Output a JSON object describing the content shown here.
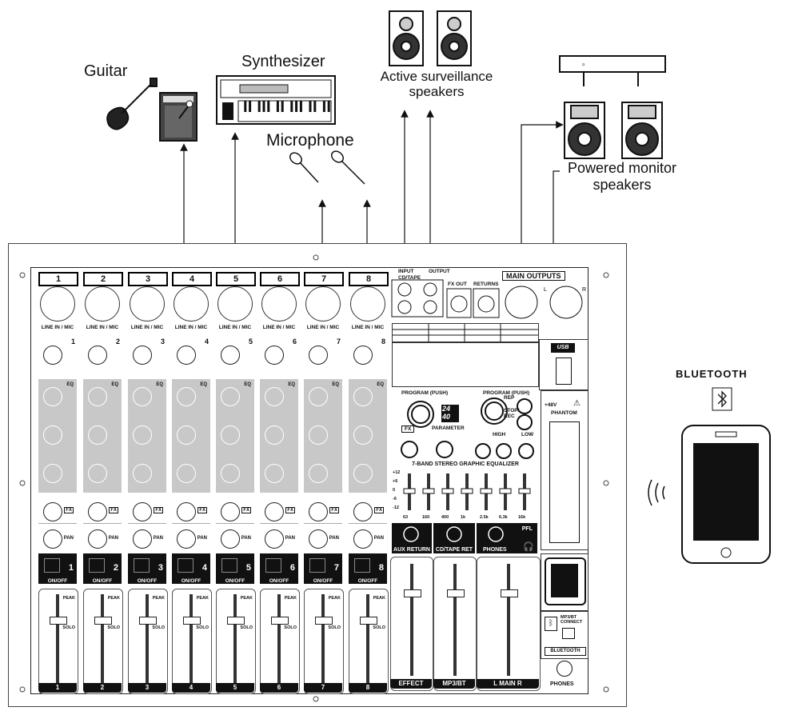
{
  "labels": {
    "guitar": "Guitar",
    "synthesizer": "Synthesizer",
    "microphone": "Microphone",
    "active_speakers": "Active surveillance\nspeakers",
    "powered_monitor": "Powered monitor\nspeakers",
    "bluetooth": "BLUETOOTH"
  },
  "channels": [
    {
      "num": "1",
      "foot": "1"
    },
    {
      "num": "2",
      "foot": "2"
    },
    {
      "num": "3",
      "foot": "3"
    },
    {
      "num": "4",
      "foot": "4"
    },
    {
      "num": "5",
      "foot": "5"
    },
    {
      "num": "6",
      "foot": "6"
    },
    {
      "num": "7",
      "foot": "7"
    },
    {
      "num": "8",
      "foot": "8"
    }
  ],
  "channel_text": {
    "line_in_mic": "LINE IN / MIC",
    "eq": "EQ",
    "fx": "FX",
    "pan": "PAN",
    "on_off": "ON/OFF",
    "peak": "PEAK",
    "solo": "SOLO"
  },
  "master": {
    "input_cd_tape": "INPUT\nCD/TAPE",
    "output": "OUTPUT",
    "fx_out": "FX OUT",
    "returns": "RETURNS",
    "main_outputs": "MAIN OUTPUTS",
    "program_push_left": "PROGRAM (PUSH)",
    "program_push_right": "PROGRAM (PUSH)",
    "fx": "FX",
    "parameter": "PARAMETER",
    "rep": "REP",
    "stop_rec": "STOP/\nREC",
    "high": "HIGH",
    "low": "LOW",
    "phantom": "PHANTOM",
    "plus48v": "+48V",
    "eq_title": "7-BAND STEREO GRAPHIC EQUALIZER",
    "eq_bands": [
      "63",
      "160",
      "400",
      "1k",
      "2.5k",
      "6.3k",
      "16k"
    ],
    "eq_scale": [
      "+12",
      "+6",
      "0",
      "-6",
      "-12"
    ],
    "aux_return": "AUX RETURN",
    "cd_tape_ret": "CD/TAPE RET",
    "phones_knob": "PHONES",
    "pfl": "PFL",
    "usb": "USB",
    "mp3_connect": "MP3/BT\nCONNECT",
    "bluetooth_panel": "BLUETOOTH",
    "phones": "PHONES",
    "fx_display": "24\n40",
    "fader_effect": "EFFECT",
    "fader_mp3bt": "MP3/BT",
    "fader_main": "L  MAIN  R"
  },
  "colors": {
    "eq_panel": "#c8c8c8",
    "line": "#111111"
  }
}
